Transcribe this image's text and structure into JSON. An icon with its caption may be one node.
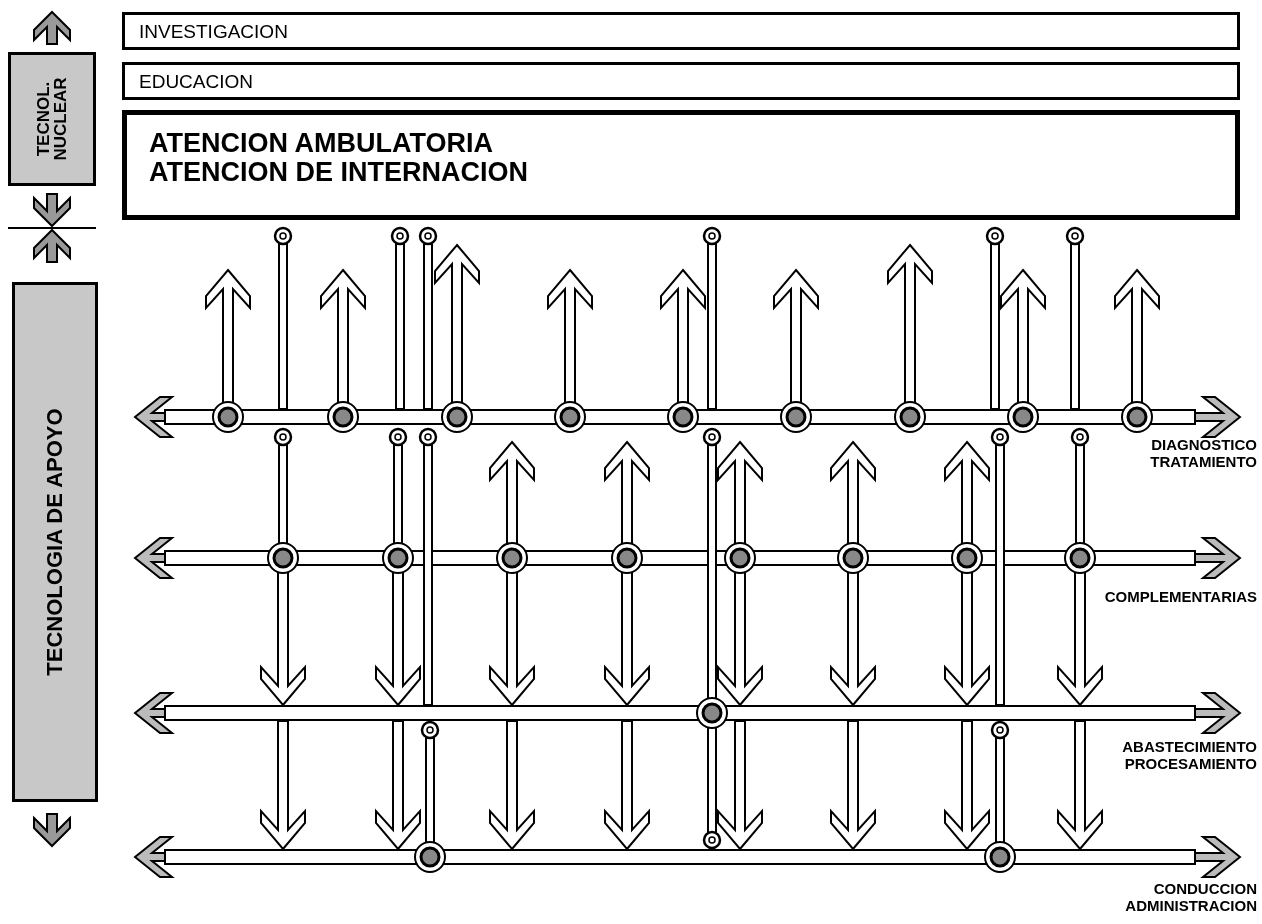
{
  "diagram": {
    "nodes": [
      {
        "text": [
          "INVESTIGACION"
        ]
      },
      {
        "text": [
          "EDUCACION"
        ]
      },
      {
        "text": [
          "ATENCION AMBULATORIA",
          "ATENCION DE INTERNACION"
        ]
      },
      {
        "text": [
          "TECNOL. NUCLEAR"
        ]
      },
      {
        "text": [
          "TECNOLOGIA DE APOYO"
        ]
      }
    ],
    "labels": [
      "DIAGNOSTICO TRATAMIENTO",
      "COMPLEMENTARIAS",
      "ABASTECIMIENTO PROCESAMIENTO",
      "CONDUCCION ADMINISTRACION"
    ]
  }
}
